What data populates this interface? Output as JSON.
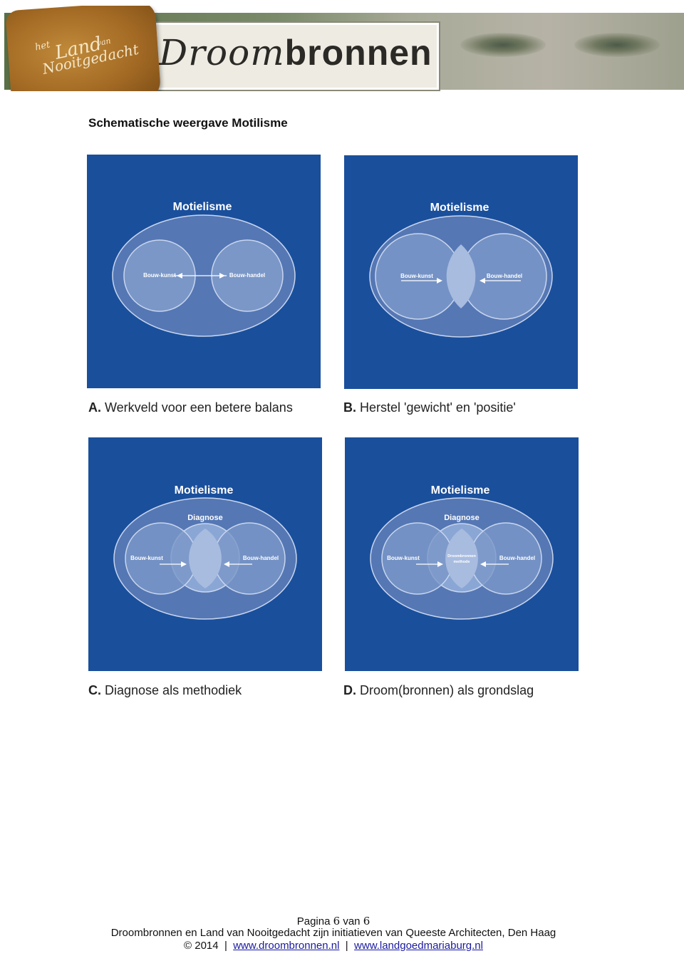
{
  "header": {
    "logo": {
      "line1": "het",
      "line2": "Land",
      "line3": "van",
      "line4": "Nooitgedacht"
    },
    "brand": {
      "part1": "Droom",
      "part2": "bronnen"
    }
  },
  "document": {
    "title": "Schematische weergave Motilisme"
  },
  "diagrams": [
    {
      "id": "A",
      "title": "Motielisme",
      "left_label": "Bouw-kunst",
      "right_label": "Bouw-handel",
      "caption_letter": "A.",
      "caption_text": " Werkveld voor een betere balans"
    },
    {
      "id": "B",
      "title": "Motielisme",
      "left_label": "Bouw-kunst",
      "right_label": "Bouw-handel",
      "caption_letter": "B.",
      "caption_text": " Herstel 'gewicht' en 'positie'"
    },
    {
      "id": "C",
      "title": "Motielisme",
      "subtitle": "Diagnose",
      "left_label": "Bouw-kunst",
      "right_label": "Bouw-handel",
      "caption_letter": "C.",
      "caption_text": " Diagnose als methodiek"
    },
    {
      "id": "D",
      "title": "Motielisme",
      "subtitle": "Diagnose",
      "left_label": "Bouw-kunst",
      "right_label": "Bouw-handel",
      "center_line1": "Droombronnen",
      "center_line2": "methode",
      "caption_letter": "D.",
      "caption_text": " Droom(bronnen) als grondslag"
    }
  ],
  "footer": {
    "page_prefix": "Pagina",
    "page_current": "6",
    "page_separator": "van",
    "page_total": "6",
    "line2": "Droombronnen en Land van Nooitgedacht zijn initiatieven van Queeste Architecten, Den Haag",
    "copyright": "© 2014",
    "link1": "www.droombronnen.nl",
    "link2": "www.landgoedmariaburg.nl"
  },
  "colors": {
    "diagram_background": "#1a4f9c",
    "ellipse_fill": "#5577b4",
    "circle_fill": "#7a97c8",
    "overlap_fill": "#a8bce0",
    "link_color": "#1a1aa0"
  }
}
